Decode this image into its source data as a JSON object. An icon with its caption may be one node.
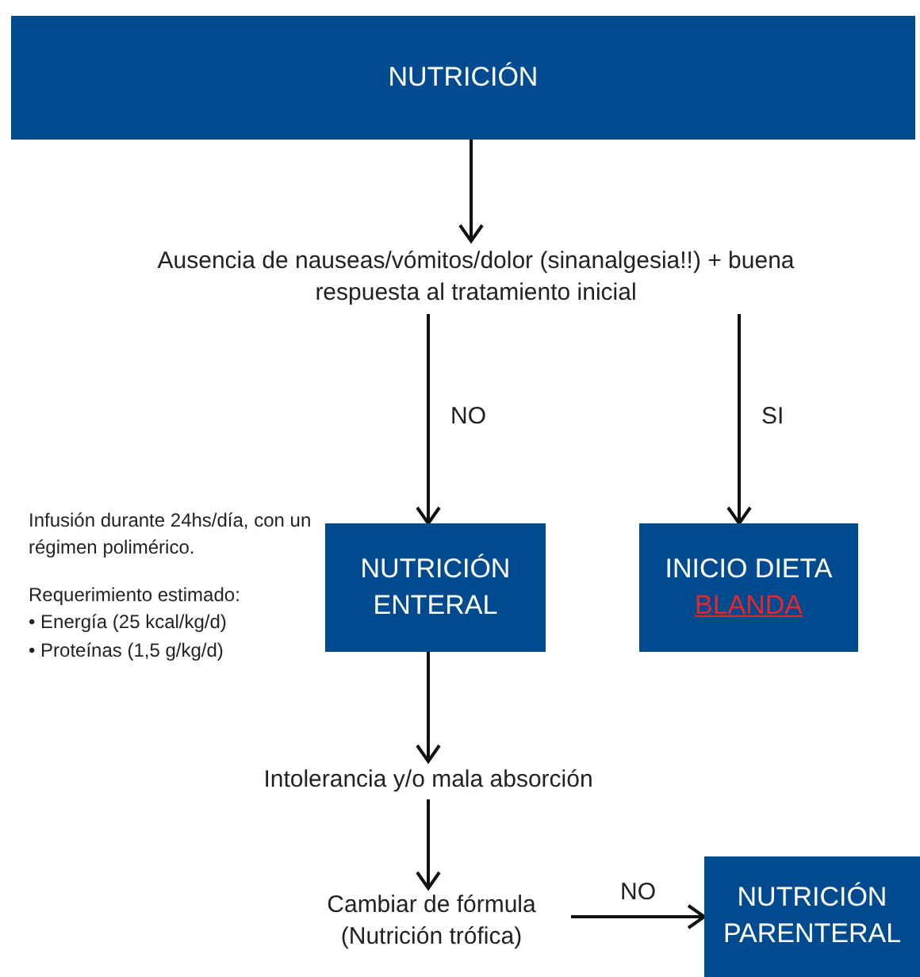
{
  "diagram": {
    "nodes": [
      {
        "text": [
          "NUTRICIÓN"
        ]
      },
      {
        "text": [
          "Ausencia de nauseas/vómitos/dolor (sinanalgesia!!) + buena respuesta al tratamiento inicial"
        ]
      },
      {
        "text": [
          "NUTRICIÓN ENTERAL"
        ],
        "beside": [
          "Infusión durante 24hs/día, con un régimen polimérico.",
          "Requerimiento estimado:",
          "• Energía (25 kcal/kg/d)",
          "• Proteínas (1,5 g/kg/d)"
        ]
      },
      {
        "text": [
          "INICIO DIETA",
          "BLANDA"
        ]
      },
      {
        "text": [
          "Intolerancia y/o mala absorción"
        ]
      },
      {
        "text": [
          "Cambiar de fórmula (Nutrición trófica)"
        ]
      },
      {
        "text": [
          "NUTRICIÓN PARENTERAL"
        ]
      }
    ],
    "edges": [
      {
        "from": 0,
        "to": 1,
        "arrow": "to"
      },
      {
        "from": 1,
        "to": 2,
        "arrow": "to",
        "label": "NO"
      },
      {
        "from": 1,
        "to": 3,
        "arrow": "to",
        "label": "SI"
      },
      {
        "from": 2,
        "to": 4,
        "arrow": "to"
      },
      {
        "from": 4,
        "to": 5,
        "arrow": "to"
      },
      {
        "from": 5,
        "to": 6,
        "arrow": "to",
        "label": "NO"
      }
    ]
  }
}
